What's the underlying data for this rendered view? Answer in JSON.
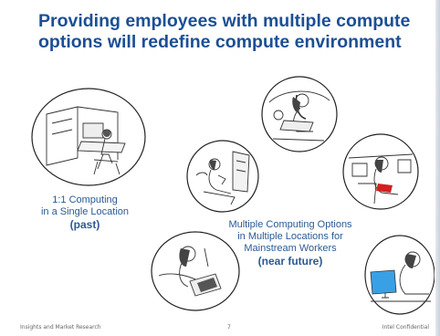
{
  "title": {
    "line1": "Providing employees with multiple compute",
    "line2": "options will redefine compute environment"
  },
  "captions": {
    "past": {
      "line1": "1:1 Computing",
      "line2": "in a  Single Location",
      "emphasis": "(past)"
    },
    "future": {
      "line1": "Multiple Computing Options",
      "line2": "in Multiple Locations for",
      "line3": "Mainstream Workers",
      "emphasis": "(near future)"
    }
  },
  "footer": {
    "left": "Insights and Market Research",
    "page": "7",
    "right": "Intel Confidential"
  },
  "colors": {
    "title": "#1b4f95",
    "caption": "#2b5a93",
    "footer": "#666666",
    "laptop_accent": "#3aa0e6",
    "book_accent": "#d22020"
  },
  "illustrations": [
    "office-cubicle-illustration",
    "cafe-laptop-illustration",
    "airplane-seat-illustration",
    "train-seat-reading-illustration",
    "couch-laptop-illustration",
    "desk-monitor-illustration"
  ]
}
